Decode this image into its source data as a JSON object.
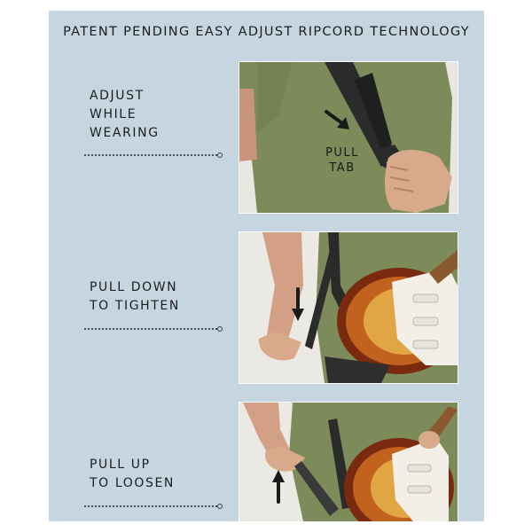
{
  "title": "PATENT PENDING EASY ADJUST RIPCORD TECHNOLOGY",
  "steps": [
    {
      "label_lines": [
        "ADJUST",
        "WHILE",
        "WEARING"
      ],
      "overlay_lines": [
        "PULL",
        "TAB"
      ],
      "arrow": "diagonal-arrow-icon"
    },
    {
      "label_lines": [
        "PULL DOWN",
        "TO TIGHTEN"
      ],
      "arrow": "down-arrow-icon"
    },
    {
      "label_lines": [
        "PULL UP",
        "TO LOOSEN"
      ],
      "arrow": "up-arrow-icon"
    }
  ],
  "colors": {
    "panel": "#c5d6e1",
    "shirt": "#7d8b5a",
    "strap": "#2b2b2b",
    "guitar_body": "#7a2a0e",
    "pickguard": "#f1efe8",
    "skin": "#d9a98b",
    "text": "#1d1d1d"
  }
}
